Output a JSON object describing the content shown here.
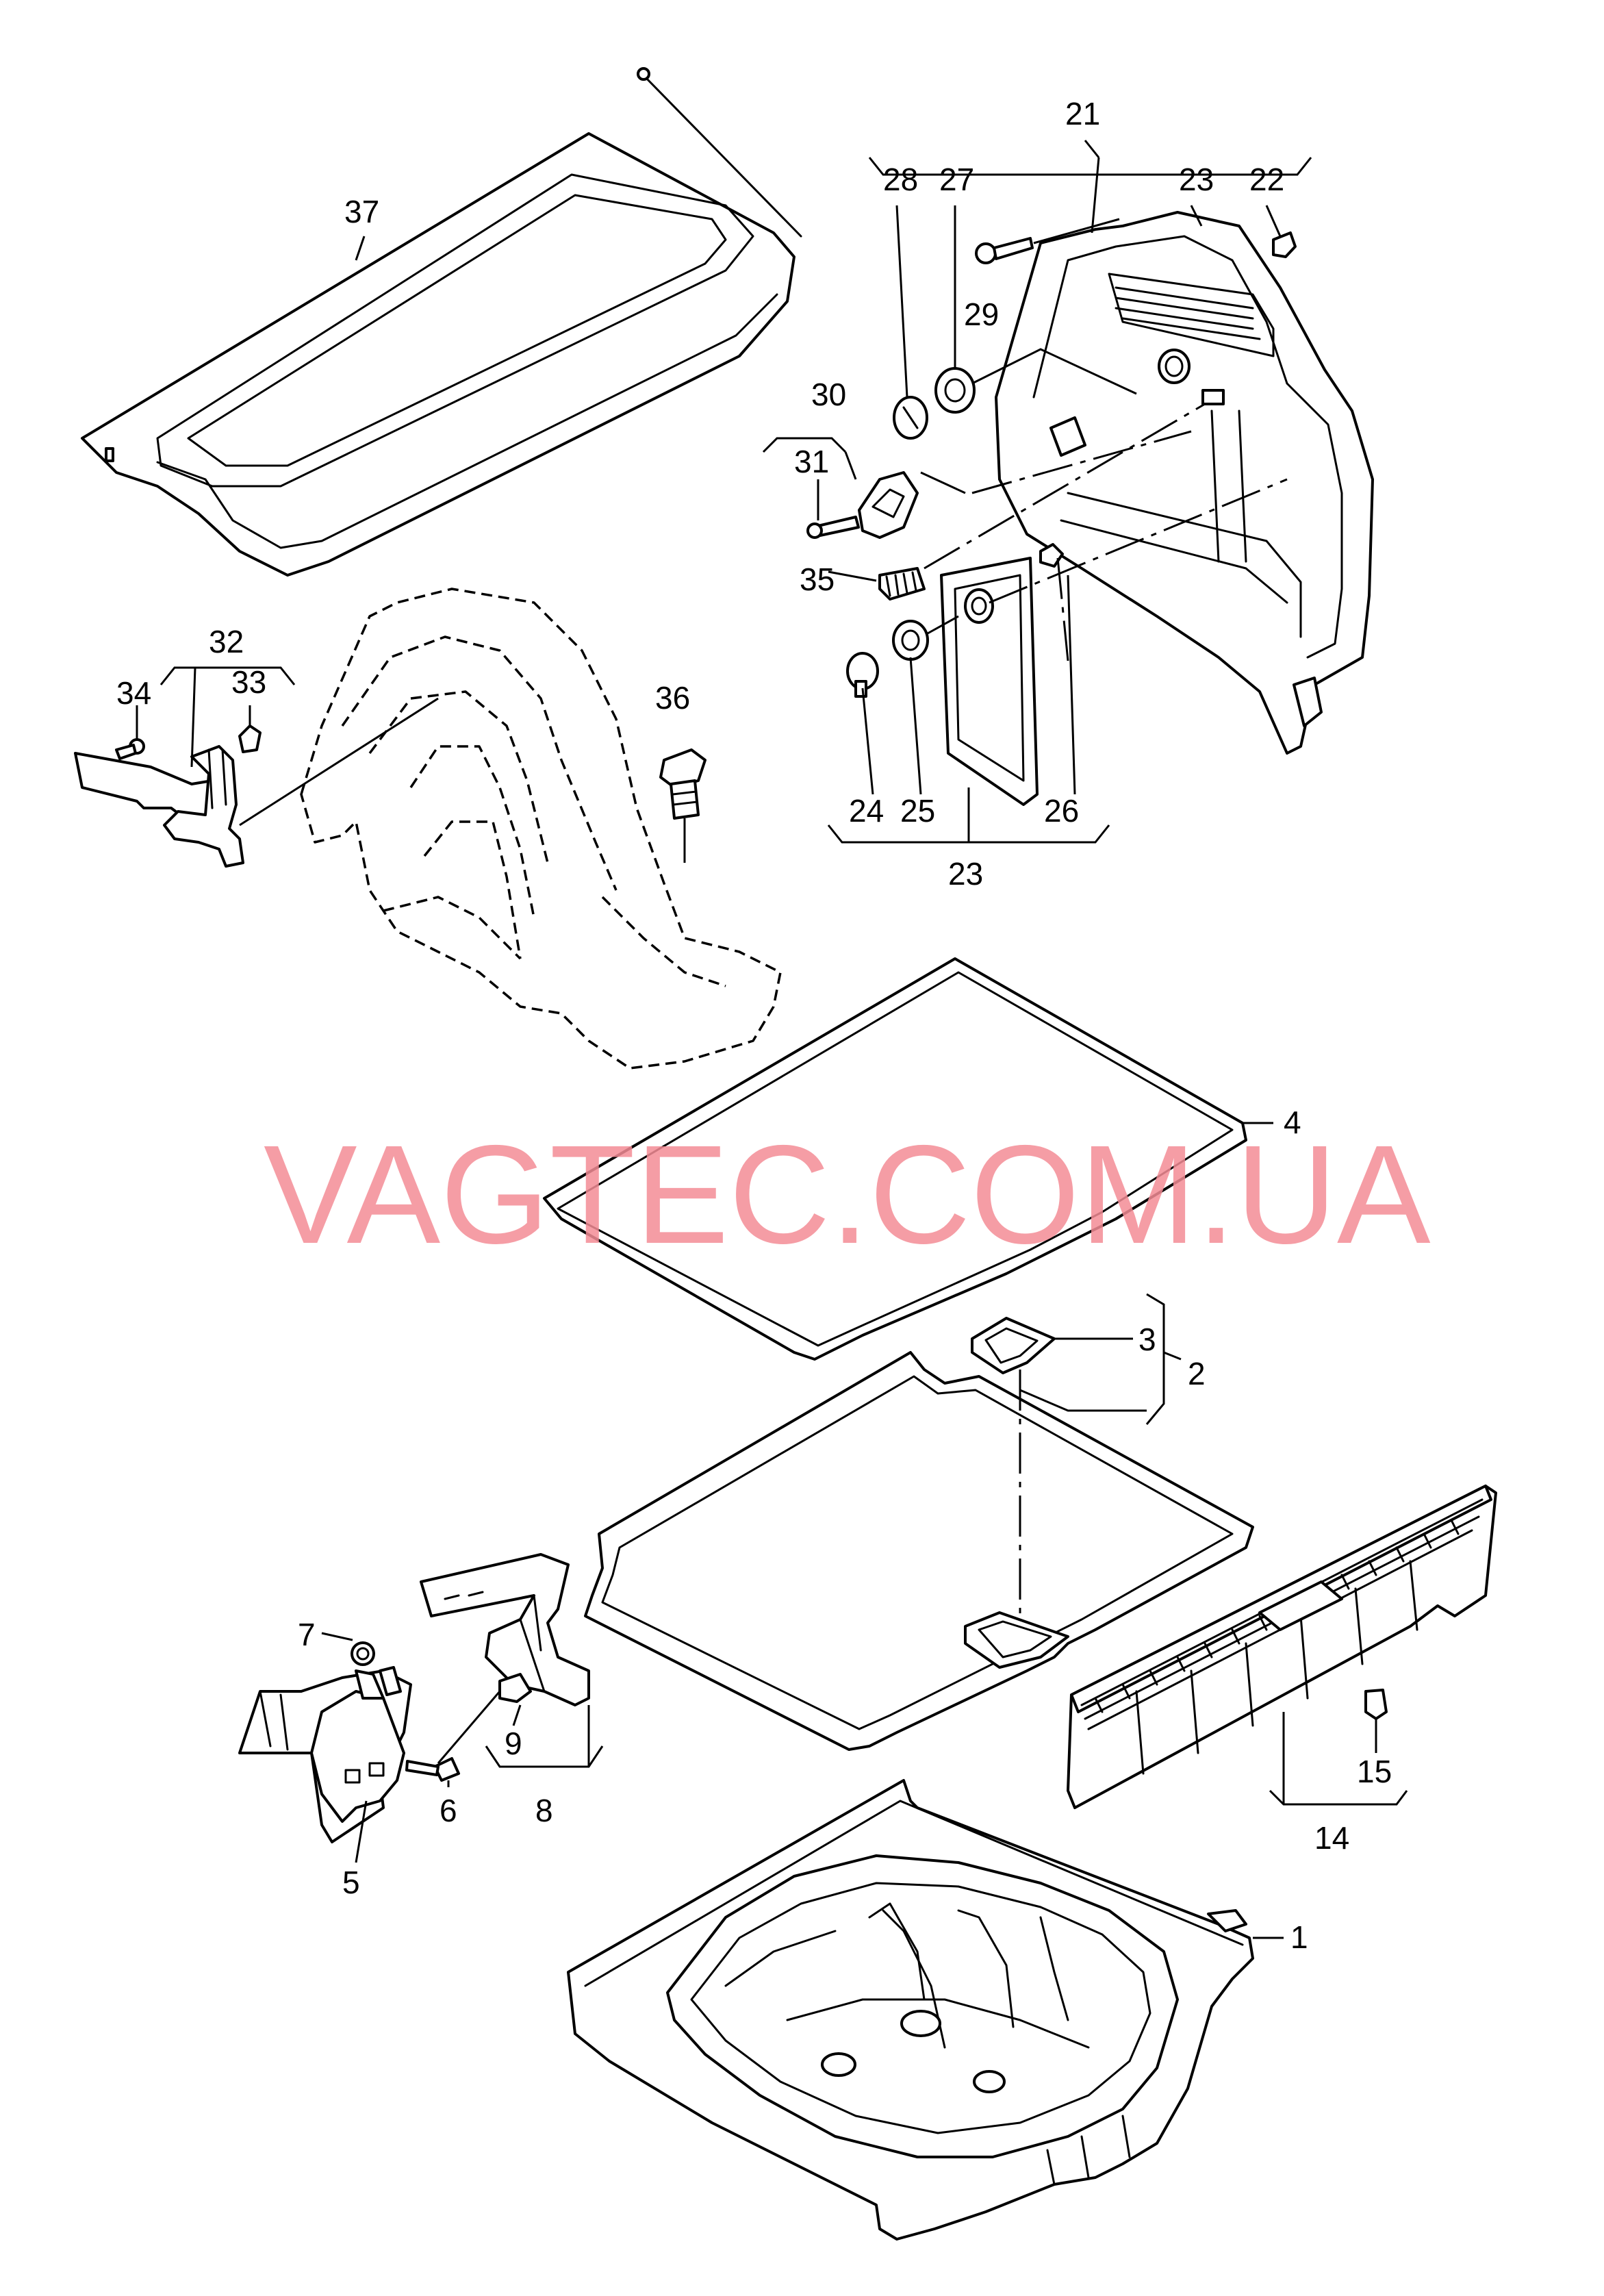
{
  "diagram": {
    "watermark": "VAGTEC.COM.UA",
    "parts": [
      {
        "id": "p37",
        "label": "37"
      },
      {
        "id": "p21",
        "label": "21"
      },
      {
        "id": "p28",
        "label": "28"
      },
      {
        "id": "p27",
        "label": "27"
      },
      {
        "id": "p23a",
        "label": "23"
      },
      {
        "id": "p22",
        "label": "22"
      },
      {
        "id": "p29",
        "label": "29"
      },
      {
        "id": "p30",
        "label": "30"
      },
      {
        "id": "p31",
        "label": "31"
      },
      {
        "id": "p35",
        "label": "35"
      },
      {
        "id": "p32",
        "label": "32"
      },
      {
        "id": "p34",
        "label": "34"
      },
      {
        "id": "p33",
        "label": "33"
      },
      {
        "id": "p36",
        "label": "36"
      },
      {
        "id": "p24",
        "label": "24"
      },
      {
        "id": "p25",
        "label": "25"
      },
      {
        "id": "p26",
        "label": "26"
      },
      {
        "id": "p23b",
        "label": "23"
      },
      {
        "id": "p4",
        "label": "4"
      },
      {
        "id": "p3",
        "label": "3"
      },
      {
        "id": "p2",
        "label": "2"
      },
      {
        "id": "p7",
        "label": "7"
      },
      {
        "id": "p9",
        "label": "9"
      },
      {
        "id": "p6",
        "label": "6"
      },
      {
        "id": "p8",
        "label": "8"
      },
      {
        "id": "p5",
        "label": "5"
      },
      {
        "id": "p15",
        "label": "15"
      },
      {
        "id": "p14",
        "label": "14"
      },
      {
        "id": "p1",
        "label": "1"
      }
    ]
  }
}
